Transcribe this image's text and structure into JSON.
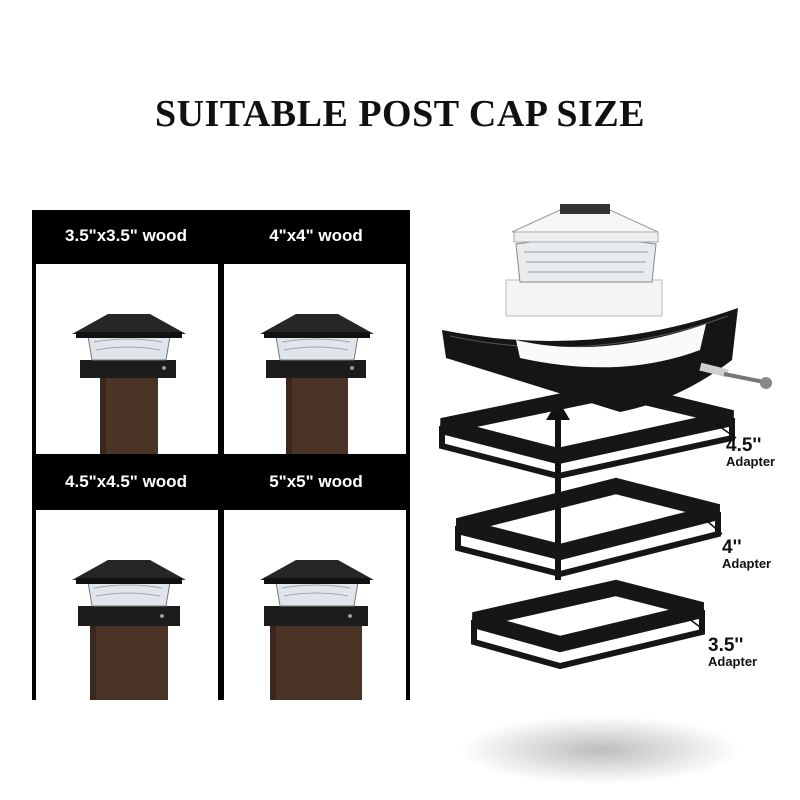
{
  "title": "SUITABLE POST CAP SIZE",
  "post_sizes": [
    {
      "label": "3.5\"x3.5\" wood"
    },
    {
      "label": "4\"x4\" wood"
    },
    {
      "label": "4.5\"x4.5\" wood"
    },
    {
      "label": "5\"x5\" wood"
    }
  ],
  "adapters": [
    {
      "size": "4.5''",
      "word": "Adapter"
    },
    {
      "size": "4''",
      "word": "Adapter"
    },
    {
      "size": "3.5''",
      "word": "Adapter"
    }
  ],
  "colors": {
    "post_brown": "#4a3426",
    "cap_black": "#1c1c1c",
    "header_black": "#000000",
    "cap_white": "#f4f4f4"
  }
}
